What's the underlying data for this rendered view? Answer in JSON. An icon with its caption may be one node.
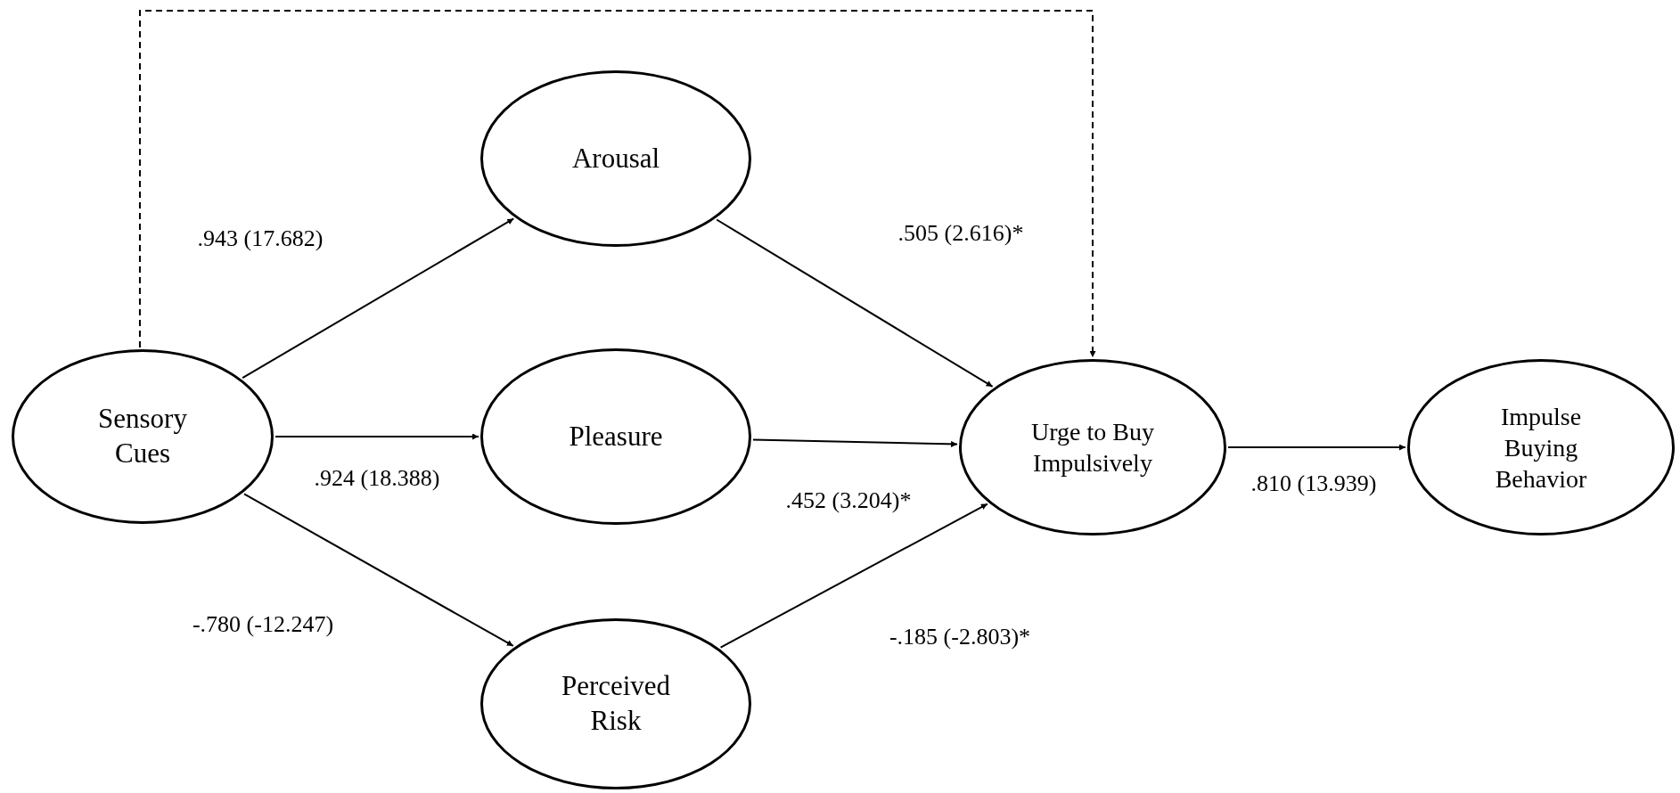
{
  "diagram": {
    "nodes": [
      {
        "text": [
          "Sensory Cues"
        ]
      },
      {
        "text": [
          "Arousal"
        ]
      },
      {
        "text": [
          "Pleasure"
        ]
      },
      {
        "text": [
          "Perceived Risk"
        ]
      },
      {
        "text": [
          "Urge to Buy Impulsively"
        ]
      },
      {
        "text": [
          "Impulse Buying Behavior"
        ]
      }
    ],
    "edges": [
      {
        "from": 0,
        "to": 1,
        "arrow": "to",
        "label": ".943 (17.682)"
      },
      {
        "from": 0,
        "to": 2,
        "arrow": "to",
        "label": ".924 (18.388)"
      },
      {
        "from": 0,
        "to": 3,
        "arrow": "to",
        "label": "-.780 (-12.247)"
      },
      {
        "from": 1,
        "to": 4,
        "arrow": "to",
        "label": ".505 (2.616)*"
      },
      {
        "from": 2,
        "to": 4,
        "arrow": "to",
        "label": ".452 (3.204)*"
      },
      {
        "from": 3,
        "to": 4,
        "arrow": "to",
        "label": "-.185 (-2.803)*"
      },
      {
        "from": 4,
        "to": 5,
        "arrow": "to",
        "label": ".810 (13.939)"
      },
      {
        "from": 0,
        "to": 4,
        "arrow": "to",
        "style": "dashed"
      }
    ]
  }
}
